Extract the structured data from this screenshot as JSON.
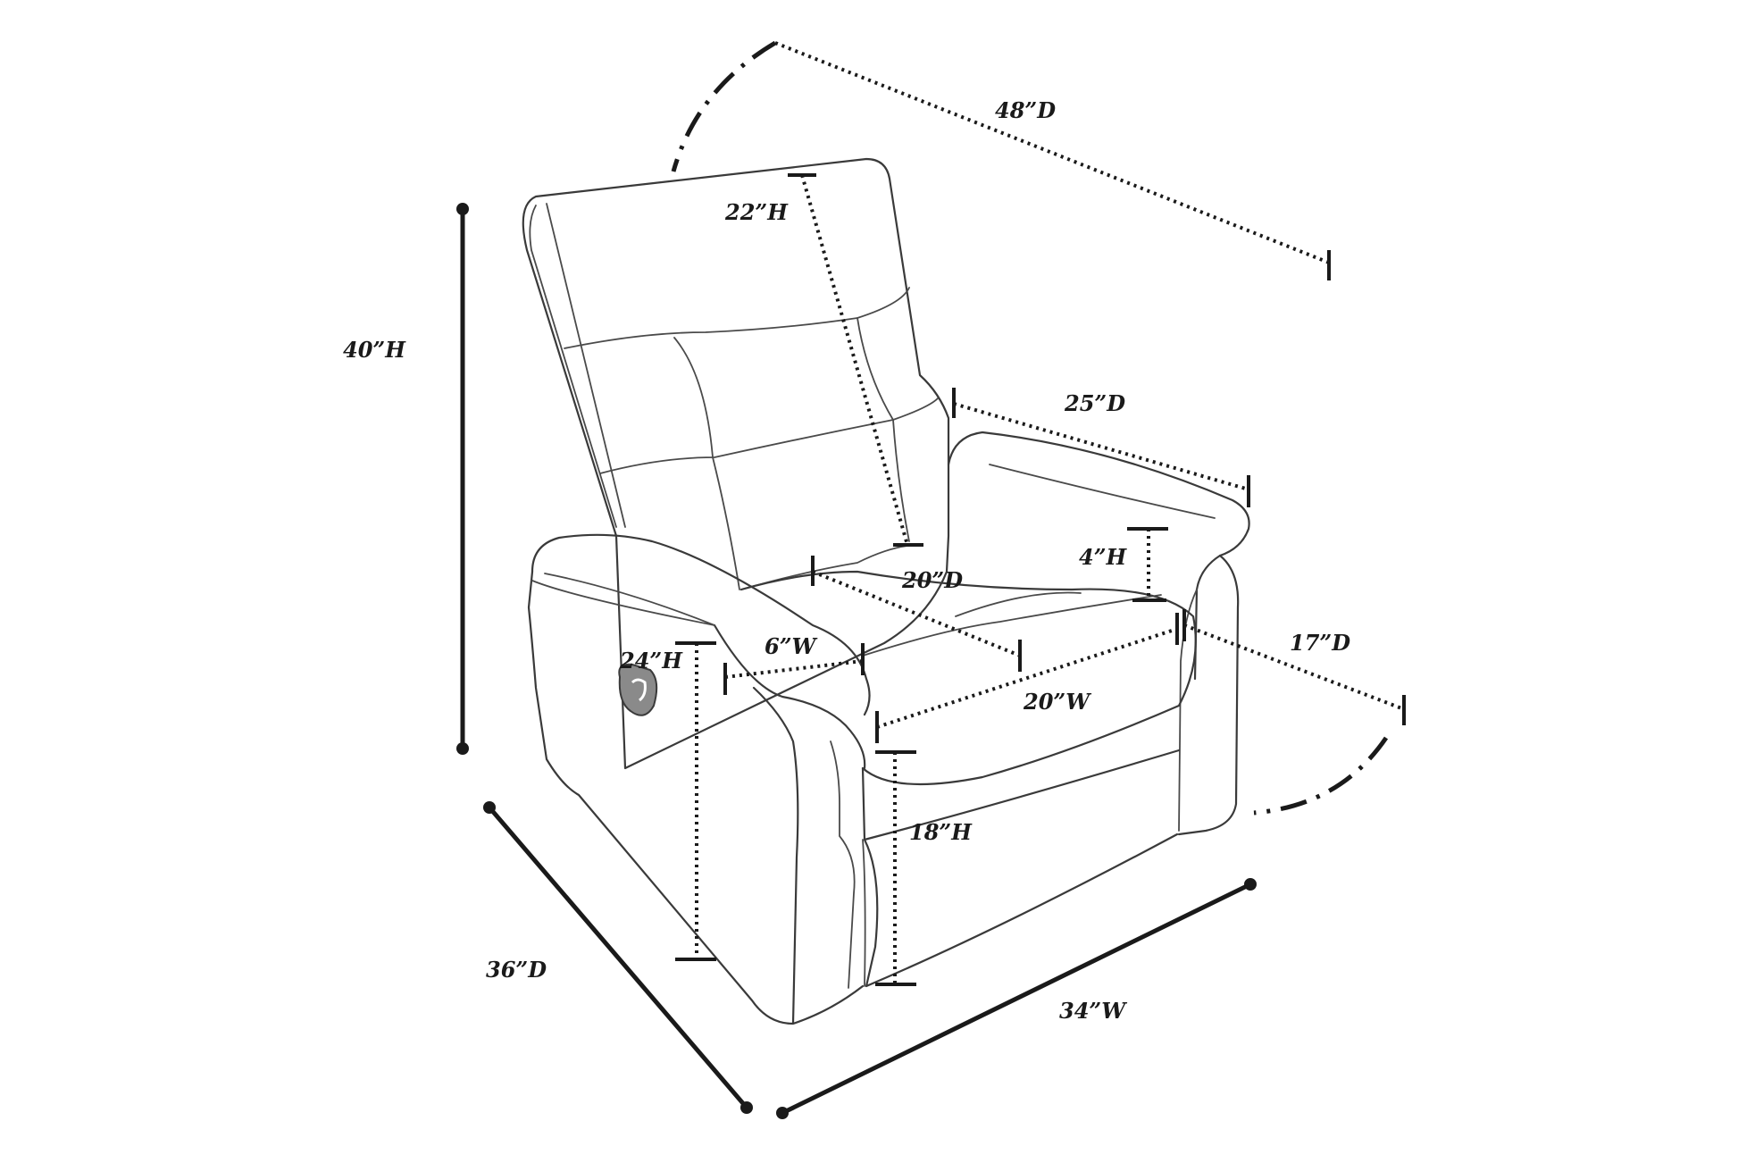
{
  "product": "recliner chair",
  "labels": {
    "total_height": "40”H",
    "back_height": "22”H",
    "reclined_depth": "48”D",
    "arm_depth": "25”D",
    "arm_top_height": "4”H",
    "seat_depth": "20”D",
    "extended_depth": "17”D",
    "arm_width": "6”W",
    "arm_height": "24”H",
    "seat_width": "20”W",
    "seat_height": "18”H",
    "overall_depth": "36”D",
    "overall_width": "34”W"
  }
}
